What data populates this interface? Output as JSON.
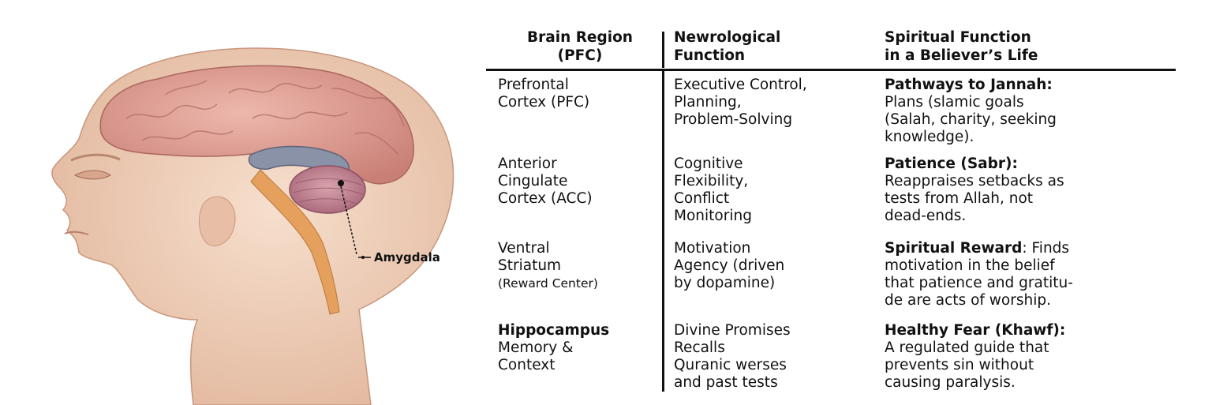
{
  "illustration": {
    "label": "Amygdala",
    "colors": {
      "skin": "#efd2bd",
      "brain": "#e2a49a",
      "cerebellum": "#c98c95",
      "limbic": "#8a92a8",
      "spinal": "#e5a05e"
    }
  },
  "table": {
    "headers": [
      [
        "Brain Region",
        "(PFC)"
      ],
      [
        "Newrological",
        "Function"
      ],
      [
        "Spiritual Function",
        "in a Believer’s Life"
      ]
    ],
    "rows": [
      {
        "region": [
          "Prefrontal",
          "Cortex (PFC)"
        ],
        "function": [
          "Executive Control,",
          "Planning,",
          "Problem-Solving"
        ],
        "spiritual_title": "Pathways to Jannah:",
        "spiritual": [
          "Plans (slamic goals",
          "(Salah, charity, seeking",
          "knowledge)."
        ]
      },
      {
        "region": [
          "Anterior",
          "Cingulate",
          "Cortex (ACC)"
        ],
        "function": [
          "Cognitive",
          "Flexibility,",
          "Conflict",
          "Monitoring"
        ],
        "spiritual_title": "Patience (Sabr):",
        "spiritual": [
          "Reappraises setbacks as",
          "tests from Allah, not",
          "dead-ends."
        ]
      },
      {
        "region": [
          "Ventral",
          "Striatum",
          "(Reward Center)"
        ],
        "function": [
          "Motivation",
          "Agency (driven",
          "by dopamine)"
        ],
        "spiritual_title": "Spiritual Reward",
        "spiritual_title_rest": ": Finds",
        "spiritual": [
          "motivation in the belief",
          "that patience and gratitu-",
          "de are acts of worship."
        ]
      },
      {
        "region_title": "Hippocampus",
        "region": [
          "Memory &",
          "Context"
        ],
        "function": [
          "Divine Promises",
          "Recalls",
          "Quranic werses",
          "and past tests"
        ],
        "spiritual_title": "Healthy Fear (Khawf):",
        "spiritual": [
          "A regulated guide that",
          "prevents sin without",
          "causing paralysis."
        ]
      }
    ]
  }
}
